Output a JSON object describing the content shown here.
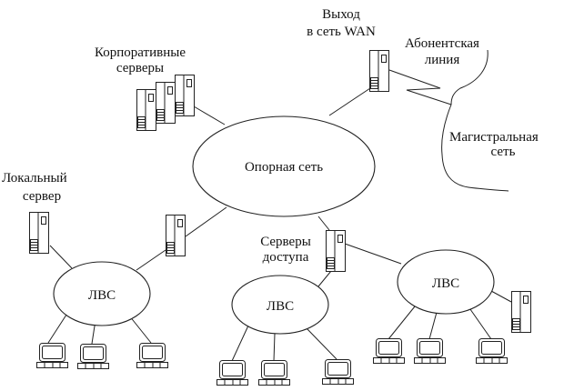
{
  "labels": {
    "wan_exit_line1": "Выход",
    "wan_exit_line2": "в сеть WAN",
    "subscriber_line1": "Абонентская",
    "subscriber_line2": "линия",
    "corporate_servers_line1": "Корпоративные",
    "corporate_servers_line2": "серверы",
    "backbone_network": "Магистральная",
    "backbone_network_line2": "сеть",
    "core_network": "Опорная сеть",
    "local_server_line1": "Локальный",
    "local_server_line2": "сервер",
    "access_servers_line1": "Серверы",
    "access_servers_line2": "доступа",
    "lan_left": "ЛВС",
    "lan_middle": "ЛВС",
    "lan_right": "ЛВС"
  },
  "icons": {
    "server": "server-icon",
    "computer": "computer-icon"
  },
  "colors": {
    "stroke": "#222222",
    "background": "#ffffff"
  }
}
